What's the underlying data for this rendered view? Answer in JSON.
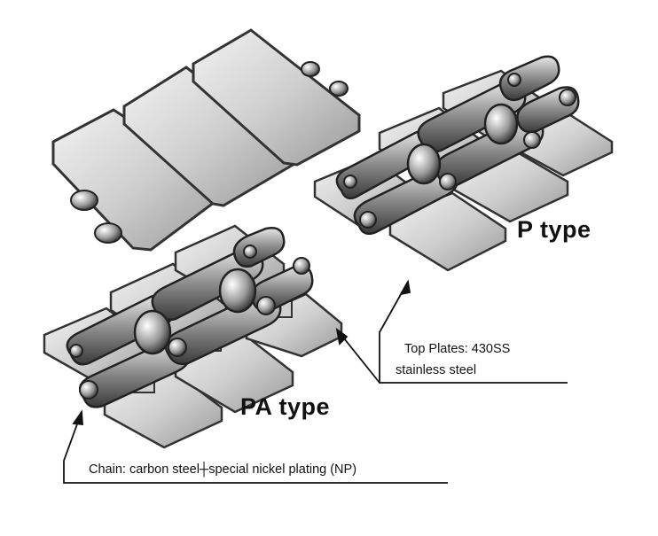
{
  "labels": {
    "p_type": "P type",
    "pa_type": "PA type",
    "top_plates_line1": "Top Plates: 430SS",
    "top_plates_line2": "stainless steel",
    "chain_material": "Chain: carbon steel┼special nickel plating (NP)"
  },
  "colors": {
    "plate_fill": "#d9d9d9",
    "plate_edge": "#3a3a3a",
    "chain_metal": "#8c8c8c",
    "chain_dark": "#2b2b2b",
    "text": "#111111"
  }
}
